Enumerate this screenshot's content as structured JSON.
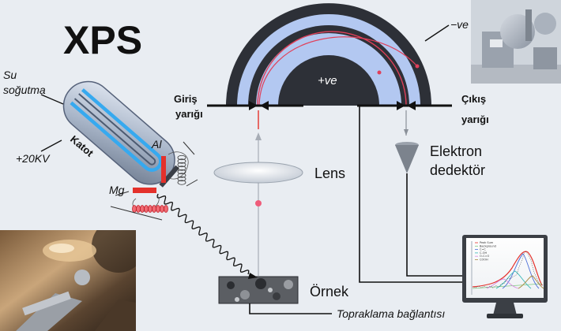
{
  "title": "XPS",
  "labels": {
    "water_cooling_line1": "Su",
    "water_cooling_line2": "soğutma",
    "voltage": "+20KV",
    "cathode": "Katot",
    "anode_al": "Al",
    "anode_mg": "Mg",
    "negative_pole": "−ve",
    "positive_pole": "+ve",
    "entrance_slit_line1": "Giriş",
    "entrance_slit_line2": "yarığı",
    "exit_slit_line1": "Çıkış",
    "exit_slit_line2": "yarığı",
    "detector_line1": "Elektron",
    "detector_line2": "dedektör",
    "lens": "Lens",
    "sample": "Örnek",
    "ground": "Topraklama bağlantısı"
  },
  "spectrum_legend": [
    "Peak Sum",
    "Background",
    "C=C",
    "C-OH",
    "O-C=O",
    "COOH"
  ],
  "colors": {
    "analyzer_dark": "#2d3037",
    "analyzer_light": "#b3c8f1",
    "electron_path": "#e0405a",
    "slit_red": "#e4312b",
    "background": "#e9edf2"
  }
}
